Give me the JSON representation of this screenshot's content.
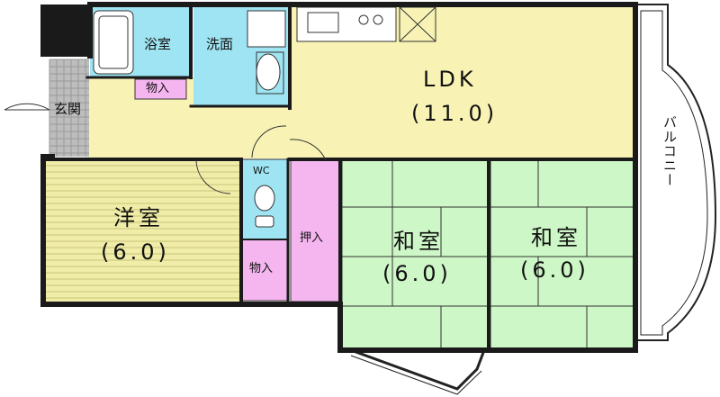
{
  "rooms": {
    "ldk": {
      "name": "LDK",
      "size": "(11.0)"
    },
    "youshitsu": {
      "name": "洋室",
      "size": "(6.0)"
    },
    "washitsu1": {
      "name": "和室",
      "size": "(6.0)"
    },
    "washitsu2": {
      "name": "和室",
      "size": "(6.0)"
    },
    "bath": "浴室",
    "washroom": "洗面",
    "entrance": "玄関",
    "closet_hall": "物入",
    "closet_west": "物入",
    "oshiire": "押入",
    "toilet": "WC",
    "balcony": "バルコニー"
  },
  "colors": {
    "ldk": "#f8f3b4",
    "youshitsu": "#f0eda8",
    "washitsu": "#cdf7c6",
    "tatami_line": "#333333",
    "bath": "#9fe4f2",
    "closet": "#f5b6ef",
    "wall": "#1a1a1a",
    "entrance_tile": "#bdbdbd"
  }
}
